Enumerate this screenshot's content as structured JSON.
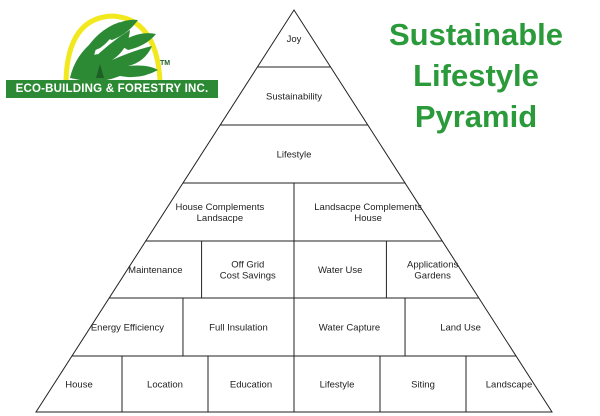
{
  "logo": {
    "company": "ECO-BUILDING & FORESTRY INC.",
    "tm": "TM",
    "colors": {
      "arc": "#f2e81e",
      "tree": "#2d8a34",
      "banner": "#2d8a34"
    }
  },
  "title": {
    "lines": [
      "Sustainable",
      "Lifestyle",
      "Pyramid"
    ],
    "color": "#2a9a3a"
  },
  "pyramid": {
    "levels": [
      {
        "cells": [
          "Joy"
        ]
      },
      {
        "cells": [
          "Sustainability"
        ]
      },
      {
        "cells": [
          "Lifestyle"
        ]
      },
      {
        "cells": [
          "House Complements\nLandsacpe",
          "Landsacpe Complements\nHouse"
        ]
      },
      {
        "cells": [
          "Maintenance",
          "Off Grid\nCost Savings",
          "Water Use",
          "Applications\nGardens"
        ]
      },
      {
        "cells": [
          "Energy Efficiency",
          "Full Insulation",
          "Water Capture",
          "Land Use"
        ]
      },
      {
        "cells": [
          "House",
          "Location",
          "Education",
          "Lifestyle",
          "Siting",
          "Landscape"
        ]
      }
    ]
  }
}
